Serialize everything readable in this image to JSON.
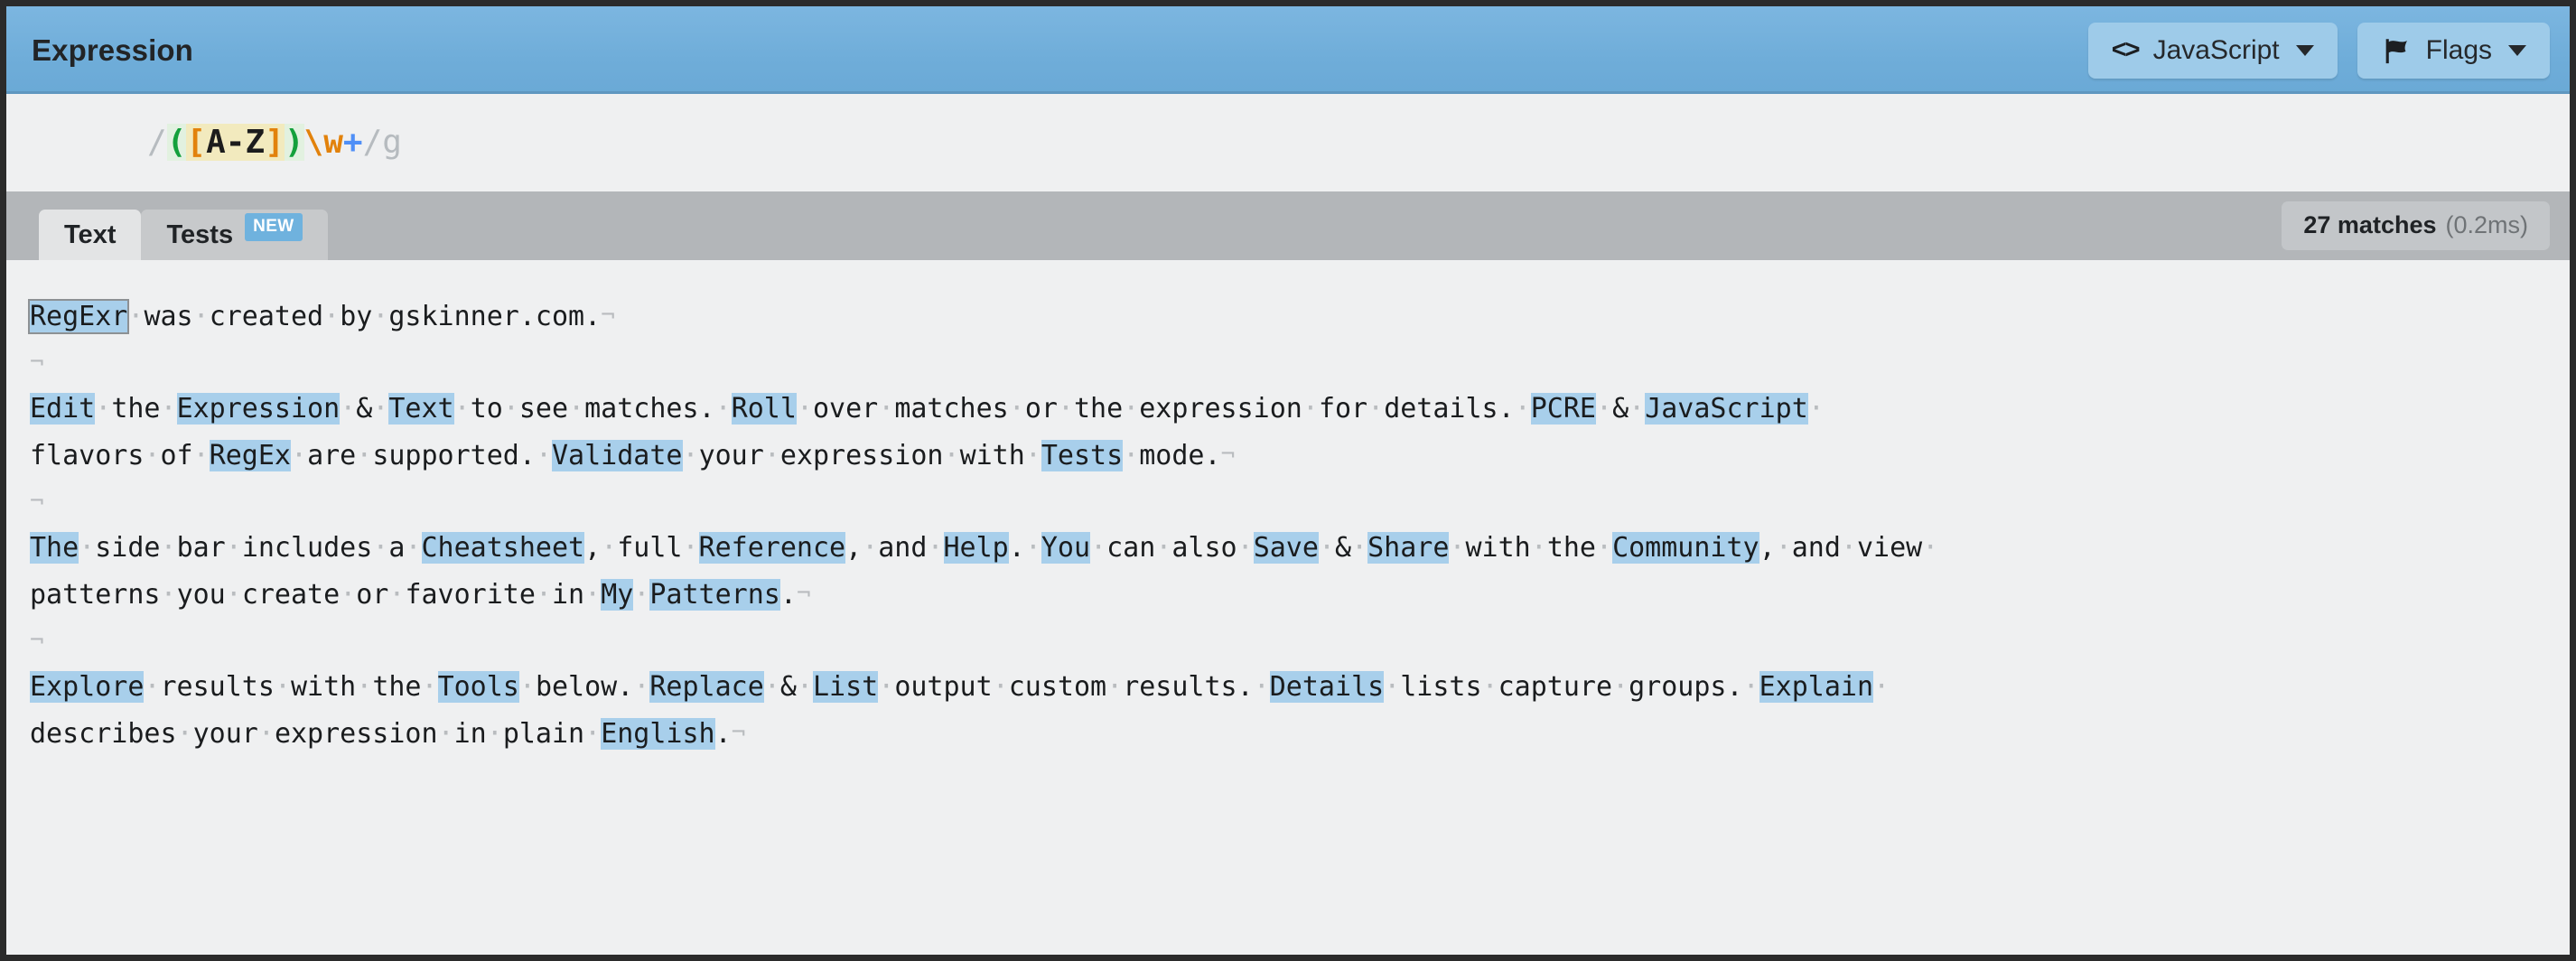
{
  "header": {
    "title": "Expression",
    "buttons": [
      {
        "name": "flavor",
        "icon": "code-icon",
        "icon_glyph": "<>",
        "label": "JavaScript",
        "caret": "▾"
      },
      {
        "name": "flags",
        "icon": "flag-icon",
        "label": "Flags",
        "caret": "▾"
      }
    ]
  },
  "expression": {
    "raw": "/([A-Z])\\w+/g",
    "tokens": [
      {
        "text": "/",
        "type": "delim"
      },
      {
        "text": "(",
        "type": "group"
      },
      {
        "text": "[",
        "type": "set"
      },
      {
        "text": "A-Z",
        "type": "setchar"
      },
      {
        "text": "]",
        "type": "set"
      },
      {
        "text": ")",
        "type": "group"
      },
      {
        "text": "\\w",
        "type": "esc"
      },
      {
        "text": "+",
        "type": "quant"
      },
      {
        "text": "/",
        "type": "delim"
      },
      {
        "text": "g",
        "type": "flag"
      }
    ]
  },
  "tabs": [
    {
      "label": "Text",
      "active": true,
      "badge": null
    },
    {
      "label": "Tests",
      "active": false,
      "badge": "NEW"
    }
  ],
  "match_info": {
    "count_label": "27 matches",
    "count": 27,
    "time_label": "(0.2ms)",
    "time_ms": 0.2
  },
  "colors": {
    "header_blue": "#6fadd9",
    "button_blue": "#9ecbe9",
    "badge_blue": "#6fb2de",
    "tabstrip_gray": "#b3b6b9",
    "tab_active": "#e3e4e5",
    "tab_inactive": "#c7c9cb",
    "content_bg": "#eff0f1",
    "match_highlight": "#a8cfeb",
    "regex_group": "#14a03c",
    "regex_set": "#e2820c",
    "regex_quant": "#4f8ff7",
    "regex_delim": "#b6bbbf"
  },
  "glyphs": {
    "space_dot": "·",
    "line_end": "¬"
  },
  "document": {
    "paragraphs": [
      {
        "id": "p1",
        "lines": [
          [
            {
              "t": "RegExr",
              "m": true,
              "hover": true
            },
            {
              "t": " was created by gskinner.com."
            }
          ]
        ],
        "eol": true
      },
      {
        "id": "blank1",
        "lines": [
          []
        ],
        "eol": true
      },
      {
        "id": "p2",
        "lines": [
          [
            {
              "t": "Edit",
              "m": true
            },
            {
              "t": " the "
            },
            {
              "t": "Expression",
              "m": true
            },
            {
              "t": " & "
            },
            {
              "t": "Text",
              "m": true
            },
            {
              "t": " to see matches. "
            },
            {
              "t": "Roll",
              "m": true
            },
            {
              "t": " over matches or the expression for details. "
            },
            {
              "t": "PCRE",
              "m": true
            },
            {
              "t": " & "
            },
            {
              "t": "JavaScript",
              "m": true
            },
            {
              "t": " "
            }
          ],
          [
            {
              "t": "flavors of "
            },
            {
              "t": "RegEx",
              "m": true
            },
            {
              "t": " are supported. "
            },
            {
              "t": "Validate",
              "m": true
            },
            {
              "t": " your expression with "
            },
            {
              "t": "Tests",
              "m": true
            },
            {
              "t": " mode."
            }
          ]
        ],
        "eol": true
      },
      {
        "id": "blank2",
        "lines": [
          []
        ],
        "eol": true
      },
      {
        "id": "p3",
        "lines": [
          [
            {
              "t": "The",
              "m": true
            },
            {
              "t": " side bar includes a "
            },
            {
              "t": "Cheatsheet",
              "m": true
            },
            {
              "t": ", full "
            },
            {
              "t": "Reference",
              "m": true
            },
            {
              "t": ", and "
            },
            {
              "t": "Help",
              "m": true
            },
            {
              "t": ". "
            },
            {
              "t": "You",
              "m": true
            },
            {
              "t": " can also "
            },
            {
              "t": "Save",
              "m": true
            },
            {
              "t": " & "
            },
            {
              "t": "Share",
              "m": true
            },
            {
              "t": " with the "
            },
            {
              "t": "Community",
              "m": true
            },
            {
              "t": ", and view "
            }
          ],
          [
            {
              "t": "patterns you create or favorite in "
            },
            {
              "t": "My",
              "m": true
            },
            {
              "t": " "
            },
            {
              "t": "Patterns",
              "m": true
            },
            {
              "t": "."
            }
          ]
        ],
        "eol": true
      },
      {
        "id": "blank3",
        "lines": [
          []
        ],
        "eol": true
      },
      {
        "id": "p4",
        "lines": [
          [
            {
              "t": "Explore",
              "m": true
            },
            {
              "t": " results with the "
            },
            {
              "t": "Tools",
              "m": true
            },
            {
              "t": " below. "
            },
            {
              "t": "Replace",
              "m": true
            },
            {
              "t": " & "
            },
            {
              "t": "List",
              "m": true
            },
            {
              "t": " output custom results. "
            },
            {
              "t": "Details",
              "m": true
            },
            {
              "t": " lists capture groups. "
            },
            {
              "t": "Explain",
              "m": true
            },
            {
              "t": " "
            }
          ],
          [
            {
              "t": "describes your expression in plain "
            },
            {
              "t": "English",
              "m": true
            },
            {
              "t": "."
            }
          ]
        ],
        "eol": true
      }
    ]
  }
}
